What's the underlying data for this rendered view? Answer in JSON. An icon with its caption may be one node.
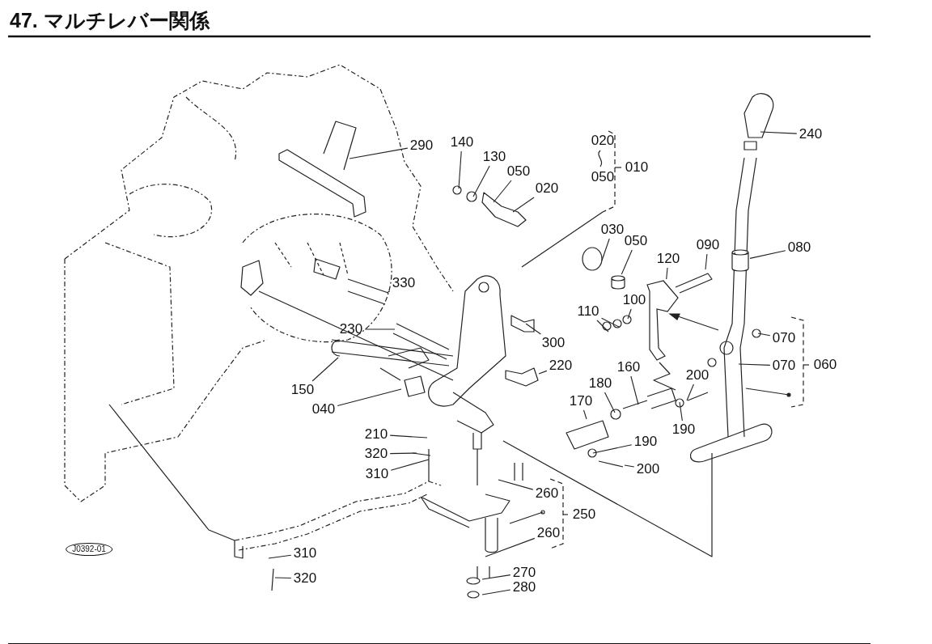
{
  "diagram": {
    "title": "47. マルチレバー関係",
    "nodes": [
      {
        "text": [
          "290"
        ]
      },
      {
        "text": [
          "140"
        ]
      },
      {
        "text": [
          "130"
        ]
      },
      {
        "text": [
          "050"
        ]
      },
      {
        "text": [
          "020"
        ]
      },
      {
        "text": [
          "330"
        ]
      },
      {
        "text": [
          "230"
        ]
      },
      {
        "text": [
          "300"
        ]
      },
      {
        "text": [
          "220"
        ]
      },
      {
        "text": [
          "150"
        ]
      },
      {
        "text": [
          "040"
        ]
      },
      {
        "text": [
          "030"
        ]
      },
      {
        "text": [
          "050"
        ]
      },
      {
        "text": [
          "120"
        ]
      },
      {
        "text": [
          "090"
        ]
      },
      {
        "text": [
          "100"
        ]
      },
      {
        "text": [
          "110"
        ]
      },
      {
        "text": [
          "240"
        ]
      },
      {
        "text": [
          "080"
        ]
      },
      {
        "text": [
          "070"
        ]
      },
      {
        "text": [
          "070"
        ]
      },
      {
        "text": [
          "160"
        ]
      },
      {
        "text": [
          "180"
        ]
      },
      {
        "text": [
          "170"
        ]
      },
      {
        "text": [
          "200"
        ]
      },
      {
        "text": [
          "190"
        ]
      },
      {
        "text": [
          "190"
        ]
      },
      {
        "text": [
          "200"
        ]
      },
      {
        "text": [
          "210"
        ]
      },
      {
        "text": [
          "320"
        ]
      },
      {
        "text": [
          "310"
        ]
      },
      {
        "text": [
          "260"
        ]
      },
      {
        "text": [
          "260"
        ]
      },
      {
        "text": [
          "270"
        ]
      },
      {
        "text": [
          "280"
        ]
      },
      {
        "text": [
          "310"
        ]
      },
      {
        "text": [
          "320"
        ]
      },
      {
        "text": [
          "J0392-01"
        ]
      },
      {
        "text": [],
        "shape": "cylinder"
      },
      {
        "text": [],
        "shape": "plate"
      },
      {
        "text": [],
        "shape": "cylinder"
      }
    ],
    "edges": [
      {
        "from": 0,
        "to": null,
        "arrow": "none"
      },
      {
        "from": 1,
        "to": null,
        "arrow": "none"
      },
      {
        "from": 2,
        "to": null,
        "arrow": "none"
      },
      {
        "from": 3,
        "to": null,
        "arrow": "none"
      },
      {
        "from": 4,
        "to": null,
        "arrow": "none"
      },
      {
        "from": 5,
        "to": null,
        "arrow": "none"
      },
      {
        "from": 6,
        "to": null,
        "arrow": "none"
      },
      {
        "from": 7,
        "to": null,
        "arrow": "none"
      },
      {
        "from": 8,
        "to": null,
        "arrow": "none"
      },
      {
        "from": 9,
        "to": null,
        "arrow": "none"
      },
      {
        "from": 10,
        "to": null,
        "arrow": "none"
      },
      {
        "from": 11,
        "to": null,
        "arrow": "none"
      },
      {
        "from": 12,
        "to": 38,
        "arrow": "none"
      },
      {
        "from": 13,
        "to": 39,
        "arrow": "none"
      },
      {
        "from": 14,
        "to": null,
        "arrow": "none"
      },
      {
        "from": 15,
        "to": null,
        "arrow": "none"
      },
      {
        "from": 16,
        "to": null,
        "arrow": "none"
      },
      {
        "from": 16,
        "to": null,
        "arrow": "none"
      },
      {
        "from": 17,
        "to": null,
        "arrow": "none"
      },
      {
        "from": 18,
        "to": 40,
        "arrow": "none"
      },
      {
        "from": 19,
        "to": null,
        "arrow": "none"
      },
      {
        "from": 20,
        "to": null,
        "arrow": "none"
      },
      {
        "from": 21,
        "to": null,
        "arrow": "none"
      },
      {
        "from": 22,
        "to": null,
        "arrow": "none"
      },
      {
        "from": 23,
        "to": null,
        "arrow": "none"
      },
      {
        "from": 24,
        "to": null,
        "arrow": "none"
      },
      {
        "from": 25,
        "to": null,
        "arrow": "none"
      },
      {
        "from": 26,
        "to": null,
        "arrow": "none"
      },
      {
        "from": 27,
        "to": null,
        "arrow": "none"
      },
      {
        "from": 28,
        "to": null,
        "arrow": "none"
      },
      {
        "from": 29,
        "to": null,
        "arrow": "none"
      },
      {
        "from": 30,
        "to": null,
        "arrow": "none"
      },
      {
        "from": 31,
        "to": null,
        "arrow": "none"
      },
      {
        "from": 32,
        "to": null,
        "arrow": "none"
      },
      {
        "from": 33,
        "to": null,
        "arrow": "none"
      },
      {
        "from": 34,
        "to": null,
        "arrow": "none"
      },
      {
        "from": 35,
        "to": null,
        "arrow": "none"
      },
      {
        "from": 36,
        "to": null,
        "arrow": "none"
      }
    ],
    "labels": [
      "020",
      "050",
      "010",
      "060",
      "250"
    ]
  }
}
